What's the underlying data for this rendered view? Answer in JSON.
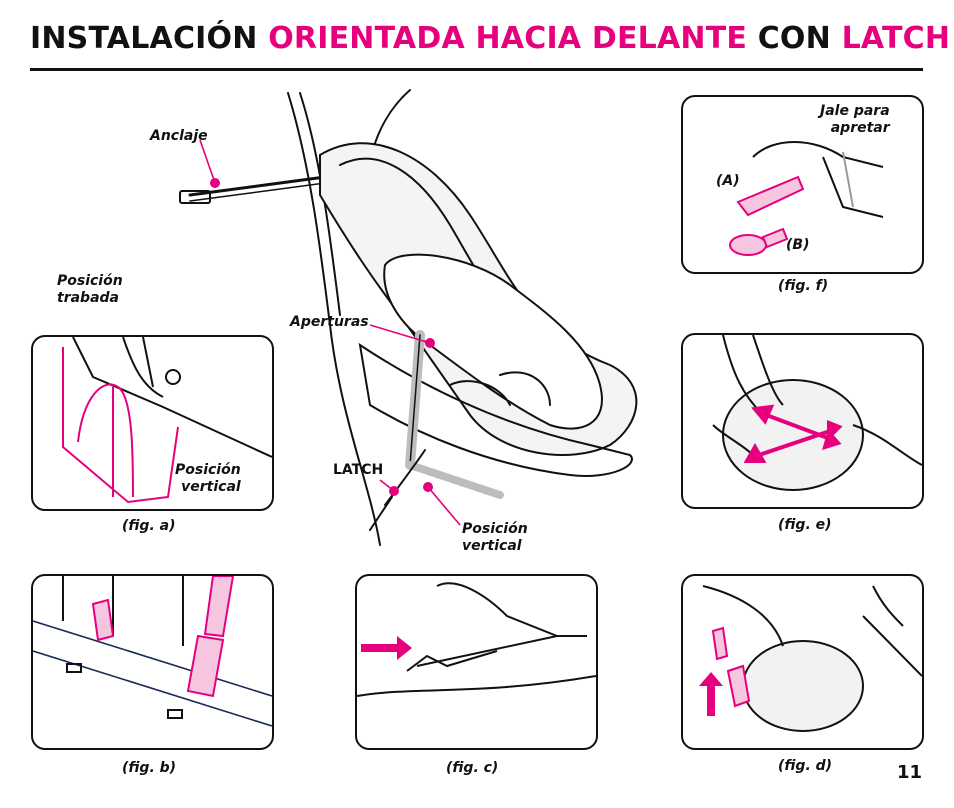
{
  "title": {
    "part1": "INSTALACIÓN",
    "part2": "ORIENTADA HACIA DELANTE",
    "part3": "CON",
    "part4": "LATCH"
  },
  "main_labels": {
    "anclaje": "Anclaje",
    "aperturas": "Aperturas",
    "latch": "LATCH",
    "posicion_vertical_line1": "Posición",
    "posicion_vertical_line2": "vertical"
  },
  "fig_a": {
    "posicion_trabada_line1": "Posición",
    "posicion_trabada_line2": "trabada",
    "posicion_vertical_line1": "Posición",
    "posicion_vertical_line2": "vertical",
    "caption": "(fig. a)"
  },
  "fig_b": {
    "caption": "(fig. b)"
  },
  "fig_c": {
    "caption": "(fig. c)"
  },
  "fig_d": {
    "caption": "(fig. d)"
  },
  "fig_e": {
    "caption": "(fig. e)"
  },
  "fig_f": {
    "jale_line1": "Jale para",
    "jale_line2": "apretar",
    "a_label": "(A)",
    "b_label": "(B)",
    "caption": "(fig. f)"
  },
  "page_number": "11",
  "colors": {
    "accent": "#e6007e",
    "ink": "#111111",
    "navy": "#1c2a5a"
  }
}
